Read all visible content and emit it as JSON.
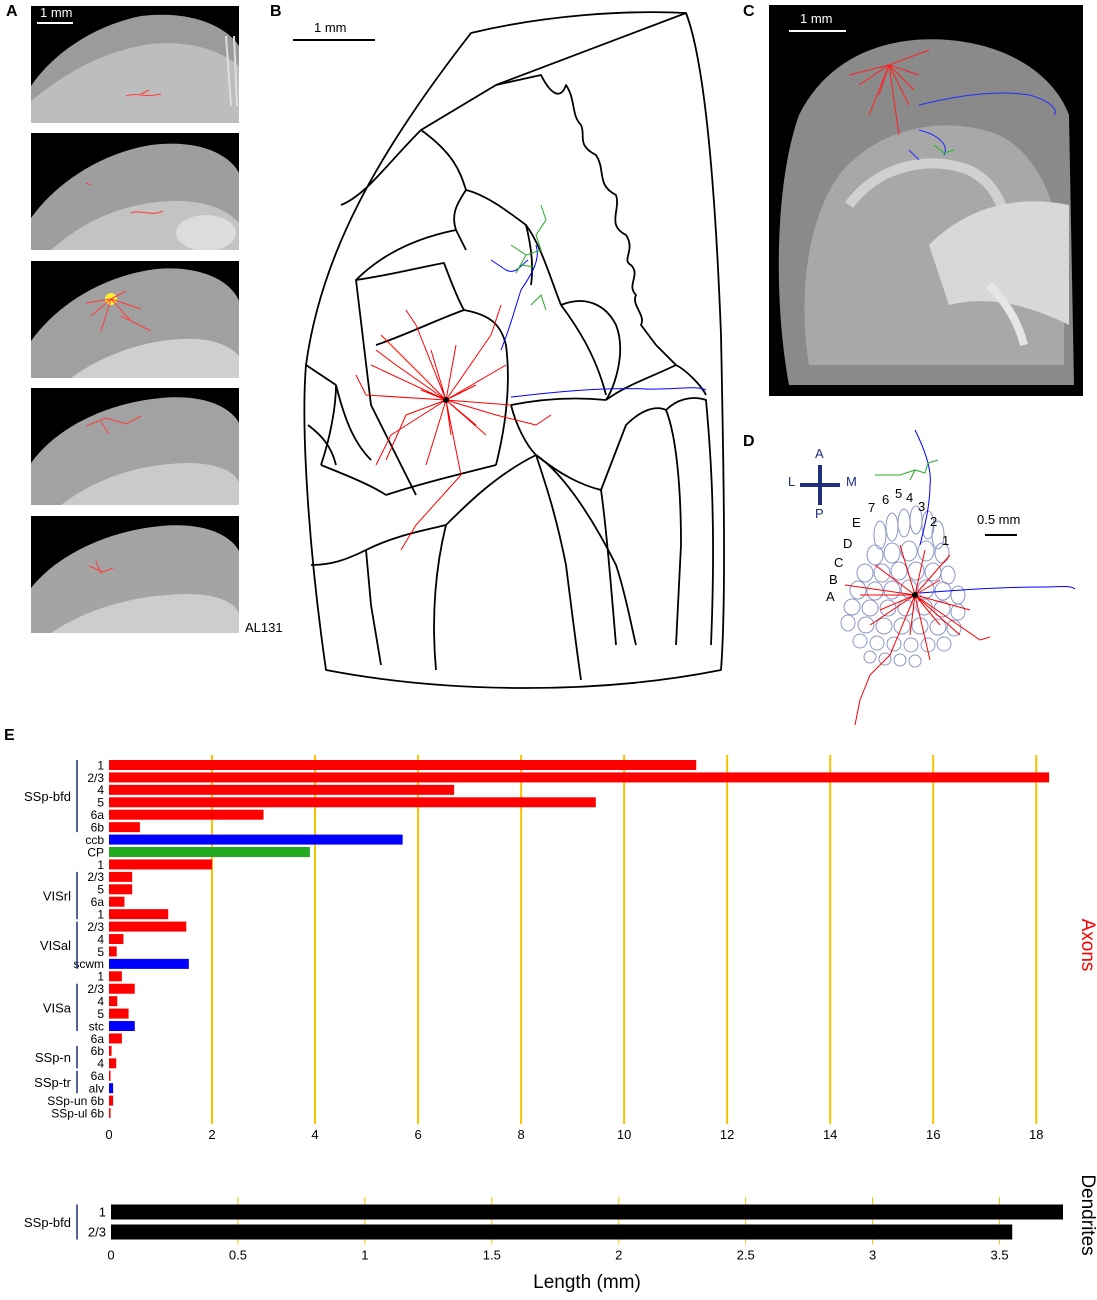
{
  "panels": {
    "a": {
      "label": "A",
      "scale_label": "1 mm",
      "cell_id": "AL131"
    },
    "b": {
      "label": "B",
      "scale_label": "1 mm"
    },
    "c": {
      "label": "C",
      "scale_label": "1 mm"
    },
    "d": {
      "label": "D",
      "compass": {
        "anterior": "A",
        "posterior": "P",
        "lateral": "L",
        "medial": "M"
      },
      "scale_label": "0.5 mm",
      "barrel_labels": [
        "7",
        "6",
        "5",
        "4",
        "3",
        "2",
        "1",
        "E",
        "D",
        "C",
        "B",
        "A"
      ]
    },
    "e": {
      "label": "E"
    }
  },
  "colors": {
    "axon": "#ff0000",
    "ccb_scwm_stc_alv": "#0000ff",
    "cp": "#22aa22",
    "dendrite": "#000000",
    "gridline": "#f5c400",
    "compass": "#1f2f7a",
    "barrel": "#8c96c8"
  },
  "chart_data": [
    {
      "type": "bar",
      "orientation": "horizontal",
      "side_title": "Axons",
      "xlabel": "",
      "xlim": [
        0,
        18.5
      ],
      "xticks": [
        0,
        2,
        4,
        6,
        8,
        10,
        12,
        14,
        16,
        18
      ],
      "grid": "vertical",
      "groups": [
        {
          "name": "SSp-bfd",
          "rows": [
            0,
            5
          ]
        },
        {
          "name": "VISrl",
          "rows": [
            9,
            12
          ]
        },
        {
          "name": "VISal",
          "rows": [
            13,
            16
          ]
        },
        {
          "name": "VISa",
          "rows": [
            18,
            21
          ]
        },
        {
          "name": "SSp-n",
          "rows": [
            23,
            24
          ]
        },
        {
          "name": "SSp-tr",
          "rows": [
            25,
            26
          ]
        }
      ],
      "bars": [
        {
          "label": "1",
          "value": 11.4,
          "color": "#ff0000"
        },
        {
          "label": "2/3",
          "value": 18.25,
          "color": "#ff0000"
        },
        {
          "label": "4",
          "value": 6.7,
          "color": "#ff0000"
        },
        {
          "label": "5",
          "value": 9.45,
          "color": "#ff0000"
        },
        {
          "label": "6a",
          "value": 3.0,
          "color": "#ff0000"
        },
        {
          "label": "6b",
          "value": 0.6,
          "color": "#ff0000"
        },
        {
          "label": "ccb",
          "value": 5.7,
          "color": "#0000ff"
        },
        {
          "label": "CP",
          "value": 3.9,
          "color": "#22aa22"
        },
        {
          "label": "1",
          "value": 2.0,
          "color": "#ff0000"
        },
        {
          "label": "2/3",
          "value": 0.45,
          "color": "#ff0000"
        },
        {
          "label": "5",
          "value": 0.45,
          "color": "#ff0000"
        },
        {
          "label": "6a",
          "value": 0.3,
          "color": "#ff0000"
        },
        {
          "label": "1",
          "value": 1.15,
          "color": "#ff0000"
        },
        {
          "label": "2/3",
          "value": 1.5,
          "color": "#ff0000"
        },
        {
          "label": "4",
          "value": 0.28,
          "color": "#ff0000"
        },
        {
          "label": "5",
          "value": 0.15,
          "color": "#ff0000"
        },
        {
          "label": "scwm",
          "value": 1.55,
          "color": "#0000ff"
        },
        {
          "label": "1",
          "value": 0.25,
          "color": "#ff0000"
        },
        {
          "label": "2/3",
          "value": 0.5,
          "color": "#ff0000"
        },
        {
          "label": "4",
          "value": 0.16,
          "color": "#ff0000"
        },
        {
          "label": "5",
          "value": 0.38,
          "color": "#ff0000"
        },
        {
          "label": "stc",
          "value": 0.5,
          "color": "#0000ff"
        },
        {
          "label": "6a",
          "value": 0.25,
          "color": "#ff0000"
        },
        {
          "label": "6b",
          "value": 0.05,
          "color": "#ff0000"
        },
        {
          "label": "4",
          "value": 0.14,
          "color": "#ff0000"
        },
        {
          "label": "6a",
          "value": 0.03,
          "color": "#ff0000"
        },
        {
          "label": "alv",
          "value": 0.08,
          "color": "#0000ff"
        },
        {
          "label": "SSp-un 6b",
          "value": 0.08,
          "color": "#ff0000"
        },
        {
          "label": "SSp-ul 6b",
          "value": 0.03,
          "color": "#ff0000"
        }
      ]
    },
    {
      "type": "bar",
      "orientation": "horizontal",
      "side_title": "Dendrites",
      "xlabel": "Length (mm)",
      "xlim": [
        0,
        3.75
      ],
      "xticks": [
        0,
        0.5,
        1,
        1.5,
        2,
        2.5,
        3,
        3.5
      ],
      "grid": "vertical",
      "groups": [
        {
          "name": "SSp-bfd",
          "rows": [
            0,
            1
          ]
        }
      ],
      "bars": [
        {
          "label": "1",
          "value": 3.75,
          "color": "#000000"
        },
        {
          "label": "2/3",
          "value": 3.55,
          "color": "#000000"
        }
      ]
    }
  ]
}
